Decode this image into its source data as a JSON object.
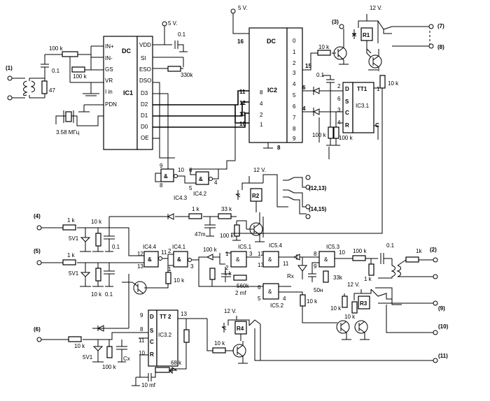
{
  "ics": {
    "ic1": {
      "name": "IC1",
      "func": "DC",
      "left_pins": [
        "IN+",
        "IN-",
        "GS",
        "VR",
        "I in",
        "PDN"
      ],
      "right_pins": [
        "VDD",
        "SI",
        "ESO",
        "DSO",
        "D3",
        "D2",
        "D1",
        "D0",
        "OE"
      ]
    },
    "ic2": {
      "name": "IC2",
      "func": "DC",
      "left_pins": [
        "16",
        "11",
        "12",
        "13",
        "10"
      ],
      "left_inner": [
        "8",
        "4",
        "2",
        "1"
      ],
      "right_pins": [
        "0",
        "1",
        "2",
        "3",
        "4",
        "5",
        "6",
        "7",
        "8",
        "9"
      ],
      "bottom_pin": "8"
    },
    "ic31": {
      "name": "IC3.1",
      "func": "TT1",
      "pins": [
        "D",
        "S",
        "C",
        "R"
      ],
      "pin_nums": [
        "2",
        "6",
        "3",
        "4"
      ],
      "out_num": "1"
    },
    "ic32": {
      "name": "IC3.2",
      "func": "TT 2",
      "pins": [
        "D",
        "S",
        "C",
        "R"
      ],
      "pin_nums": [
        "9",
        "8",
        "11",
        "10"
      ],
      "out_num": "13"
    }
  },
  "gates": {
    "ic43": "IC4.3",
    "ic42": "IC4.2",
    "ic44": "IC4.4",
    "ic41": "IC4.1",
    "ic51": "IC5.1",
    "ic54": "IC5.4",
    "ic52": "IC5.2",
    "ic53": "IC5.3",
    "amp": "&",
    "ic43_in_a": "9",
    "ic43_in_b": "8",
    "ic43_out": "10",
    "ic42_in_a": "6",
    "ic42_in_b": "5",
    "ic42_out": "4",
    "ic44_in_a": "12",
    "ic44_in_b": "13",
    "ic44_out": "11",
    "ic41_in_a": "2",
    "ic41_in_b": "1",
    "ic41_out": "3",
    "ic51_a": "1",
    "ic51_b": "2",
    "ic51_out": "3",
    "ic54_a": "12",
    "ic54_b": "13",
    "ic54_out": "11",
    "ic52_a": "6",
    "ic52_b": "5",
    "ic52_out": "4",
    "ic53_a": "8",
    "ic53_b": "9",
    "ic53_out": "10"
  },
  "labels": {
    "v5_a": "5 V.",
    "v5_b": "5 V.",
    "v12_a": "12 V.",
    "v12_b": "12 V.",
    "v12_c": "12 V.",
    "v12_d": "12 V.",
    "crystal": "3.58 МГц",
    "r100k_a": "100 k",
    "r100k_b": "100 k",
    "c01_a": "0.1",
    "r47": "47",
    "c01_vdd": "0.1",
    "r330k": "330k",
    "r10k_q1": "10 k",
    "r10k_q2": "10 k",
    "c01_ic3": "0.1",
    "r100k_ic3a": "100 k",
    "r100k_ic3b": "100 k",
    "r1k_q3": "1 k",
    "r33k_q3": "33 k",
    "c47m": "47m",
    "r100k_q3": "100 k",
    "r1k_in4": "1 k",
    "r10k_in4": "10 k",
    "z5v1_a": "5V1",
    "c01_in4": "0.1",
    "r1k_in5": "1 k",
    "r10k_in5": "10 k",
    "z5v1_b": "5V1",
    "c01_in5": "0.1",
    "r10k_ic44": "10 k",
    "r100k_ic51": "100 k",
    "r1k_ic51": "1 k",
    "r560k": "560k",
    "c2mf": "2 mf",
    "rx": "Rx",
    "r33k_ic53": "33k",
    "c50n": "50н",
    "r10k_rx": "10 k",
    "r100k_out": "100 k",
    "c01_out": "0.1",
    "r1k_out": "1k",
    "r1k_out2": "1 k",
    "r10k_r3a": "10 k",
    "r10k_r3b": "10 k",
    "r10k_in6": "10 k",
    "z5v1_c": "5V1",
    "r100k_in6": "100 k",
    "cx": "Cx",
    "r10k_r4": "10 k",
    "r68k": "68 k",
    "c10mf": "10 mf",
    "pin16": "16",
    "pin8_ic2": "8",
    "pin15": "15",
    "pin6_ic2": "6",
    "pin4_ic2": "4",
    "ic31_out1": "1",
    "c_bar": "C"
  },
  "relays": {
    "r1": "R1",
    "r2": "R2",
    "r3": "R3",
    "r4": "R4"
  },
  "terminals": {
    "t1": "(1)",
    "t2": "(2)",
    "t3": "(3)",
    "t4": "(4)",
    "t5": "(5)",
    "t6": "(6)",
    "t7": "(7)",
    "t8": "(8)",
    "t9": "(9)",
    "t10": "(10)",
    "t11": "(11)",
    "t1213": "(12,13)",
    "t1415": "(14,15)"
  }
}
